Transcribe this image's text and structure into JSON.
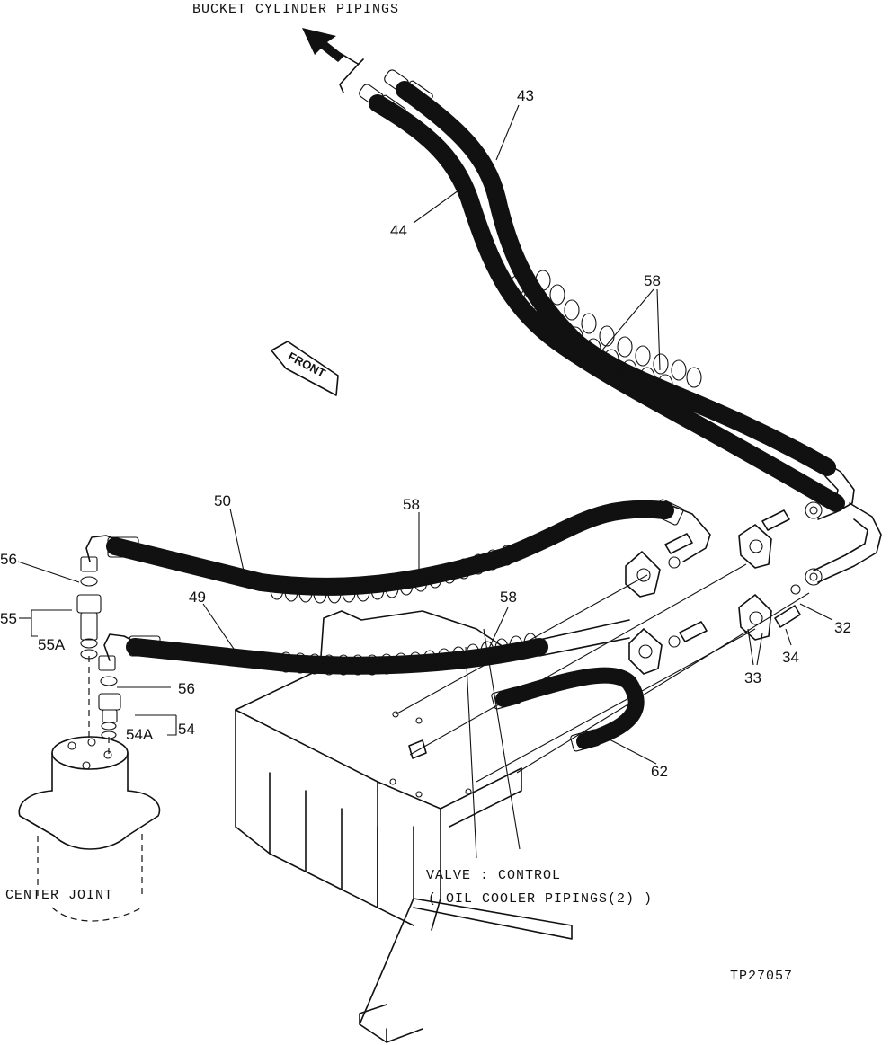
{
  "header": {
    "title": "BUCKET CYLINDER PIPINGS",
    "front_marker": "FRONT"
  },
  "callouts": {
    "c43": "43",
    "c44": "44",
    "c58a": "58",
    "c50": "50",
    "c58b": "58",
    "c49": "49",
    "c58c": "58",
    "c56a": "56",
    "c55": "55",
    "c55a": "55A",
    "c56b": "56",
    "c54a": "54A",
    "c54": "54",
    "c32": "32",
    "c34": "34",
    "c33": "33",
    "c62": "62"
  },
  "notes": {
    "center_joint": "CENTER JOINT",
    "valve_line1": "VALVE : CONTROL",
    "valve_line2": "( OIL  COOLER  PIPINGS(2) )",
    "figure_id": "TP27057"
  }
}
